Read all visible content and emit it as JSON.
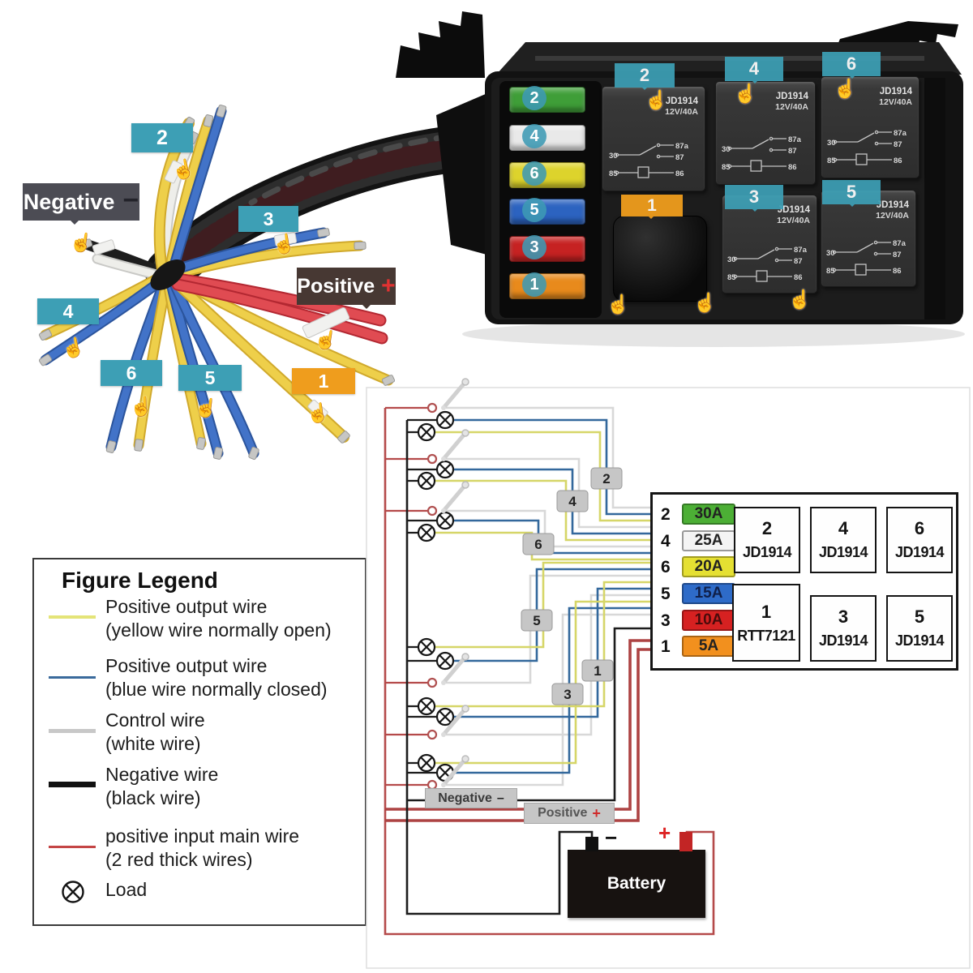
{
  "photo": {
    "negative_label": "Negative",
    "negative_sign": "−",
    "positive_label": "Positive",
    "positive_sign": "+",
    "wire_badges": [
      "2",
      "3",
      "4",
      "6",
      "5",
      "1"
    ],
    "box_fuse_numbers": [
      "2",
      "4",
      "6",
      "5",
      "3",
      "1"
    ],
    "box_relay_badges": [
      "2",
      "4",
      "6",
      "1",
      "3",
      "5"
    ],
    "relay_model": "JD1914",
    "relay_rating": "12V/40A",
    "relay_pins": [
      "30",
      "87a",
      "87",
      "85",
      "86"
    ]
  },
  "legend": {
    "title": "Figure Legend",
    "items": [
      {
        "label": "Positive output wire",
        "sub": "(yellow wire normally open)"
      },
      {
        "label": "Positive output wire",
        "sub": "(blue wire normally closed)"
      },
      {
        "label": "Control wire",
        "sub": "(white wire)"
      },
      {
        "label": "Negative wire",
        "sub": "(black wire)"
      },
      {
        "label": "positive input main wire",
        "sub": "(2 red thick wires)"
      },
      {
        "label": "Load",
        "sub": ""
      }
    ]
  },
  "schematic": {
    "bundle_badges": [
      "2",
      "4",
      "6",
      "5",
      "1",
      "3"
    ],
    "negative_label": "Negative",
    "negative_sign": "–",
    "positive_label": "Positive",
    "positive_sign": "+",
    "battery": {
      "label": "Battery",
      "neg": "−",
      "pos": "+"
    },
    "fuse_table": {
      "rows": [
        {
          "n": "2",
          "amp": "30A"
        },
        {
          "n": "4",
          "amp": "25A"
        },
        {
          "n": "6",
          "amp": "20A"
        },
        {
          "n": "5",
          "amp": "15A"
        },
        {
          "n": "3",
          "amp": "10A"
        },
        {
          "n": "1",
          "amp": "5A"
        }
      ],
      "relays": [
        {
          "n": "2",
          "model": "JD1914"
        },
        {
          "n": "4",
          "model": "JD1914"
        },
        {
          "n": "6",
          "model": "JD1914"
        },
        {
          "n": "1",
          "model": "RTT7121"
        },
        {
          "n": "3",
          "model": "JD1914"
        },
        {
          "n": "5",
          "model": "JD1914"
        }
      ]
    }
  },
  "icons": {
    "hand": "☝",
    "load_symbol": "⊗"
  },
  "colors": {
    "teal_badge": "#3d9fb5",
    "orange_badge": "#ef9d1d",
    "wire_yellow": "#eecf4a",
    "wire_blue": "#4273c8",
    "wire_white": "#eeeeea",
    "wire_red": "#e04b52",
    "wire_black": "#1d1d1d",
    "schematic_yellow": "#d6d668",
    "schematic_blue": "#33689c",
    "schematic_white": "#d8d8d8",
    "schematic_red": "#b54a4a",
    "schematic_black": "#1c1c1c",
    "fuse_30A": "#4caf35",
    "fuse_25A": "#efefef",
    "fuse_20A": "#e5e032",
    "fuse_15A": "#2e6bc8",
    "fuse_10A": "#d62121",
    "fuse_5A": "#f2901e"
  }
}
